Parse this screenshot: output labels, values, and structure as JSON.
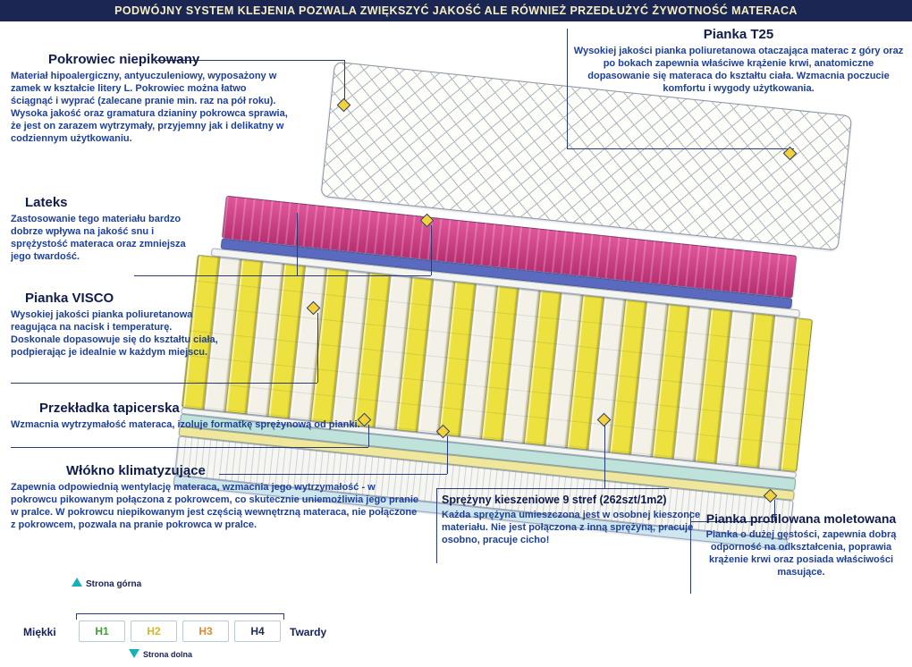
{
  "banner": {
    "text": "PODWÓJNY SYSTEM KLEJENIA POZWALA ZWIĘKSZYĆ JAKOŚĆ ALE RÓWNIEŻ PRZEDŁUŻYĆ ŻYWOTNOŚĆ MATERACA"
  },
  "annotations": {
    "left": [
      {
        "title": "Pokrowiec niepikowany",
        "body": "Materiał hipoalergiczny, antyuczuleniowy, wyposażony w zamek w kształcie litery L. Pokrowiec można łatwo ściągnąć i wyprać (zalecane pranie min. raz na pół roku). Wysoka jakość oraz gramatura dzianiny pokrowca sprawia, że jest on zarazem wytrzymały, przyjemny jak i delikatny w codziennym użytkowaniu."
      },
      {
        "title": "Lateks",
        "body": "Zastosowanie tego materiału bardzo dobrze wpływa na jakość snu i sprężystość materaca oraz zmniejsza jego twardość."
      },
      {
        "title": "Pianka VISCO",
        "body": "Wysokiej jakości pianka poliuretanowa reagująca na nacisk i temperaturę. Doskonale dopasowuje się do kształtu ciała, podpierając je idealnie w każdym miejscu."
      },
      {
        "title": "Przekładka tapicerska",
        "body": "Wzmacnia wytrzymałość materaca, izoluje formatkę sprężynową od pianki."
      },
      {
        "title": "Włókno klimatyzujące",
        "body": "Zapewnia odpowiednią wentylację materaca, wzmacnia jego wytrzymałość - w pokrowcu pikowanym połączona z pokrowcem, co skutecznie uniemożliwia jego pranie w pralce. W pokrowcu niepikowanym jest częścią wewnętrzną materaca, nie połączone z pokrowcem, pozwala na pranie pokrowca w pralce."
      }
    ],
    "right": [
      {
        "title": "Pianka T25",
        "body": "Wysokiej jakości pianka poliuretanowa otaczająca materac z góry oraz po bokach zapewnia właściwe krążenie krwi, anatomiczne dopasowanie się materaca do kształtu ciała. Wzmacnia poczucie komfortu i wygody użytkowania."
      },
      {
        "title": "Sprężyny kieszeniowe 9 stref (262szt/1m2)",
        "body": "Każda sprężyna umieszczona jest w osobnej kieszonce materiału. Nie jest połączona z inną sprężyną, pracuje osobno, pracuje cicho!"
      },
      {
        "title": "Pianka profilowana moletowana",
        "body": "Pianka o dużej gęstości, zapewnia dobrą odporność na odkształcenia, poprawia krążenie krwi oraz posiada właściwości masujące."
      }
    ]
  },
  "hardness_scale": {
    "top_label": "Strona górna",
    "bottom_label": "Strona dolna",
    "soft_label": "Miękki",
    "hard_label": "Twardy",
    "levels": [
      {
        "label": "H1",
        "color": "#3f9e3a"
      },
      {
        "label": "H2",
        "color": "#d4b728"
      },
      {
        "label": "H3",
        "color": "#df8a2b"
      },
      {
        "label": "H4",
        "color": "#1c2a5c"
      }
    ]
  },
  "colors": {
    "banner_bg": "#1b2653",
    "heading_navy": "#101c4d",
    "body_blue": "#1d3f96",
    "pink_layer": "#cf3b82",
    "spring_yellow": "#ece13e",
    "marker_yellow": "#f3d23c",
    "arrow_teal": "#17b1b6"
  }
}
